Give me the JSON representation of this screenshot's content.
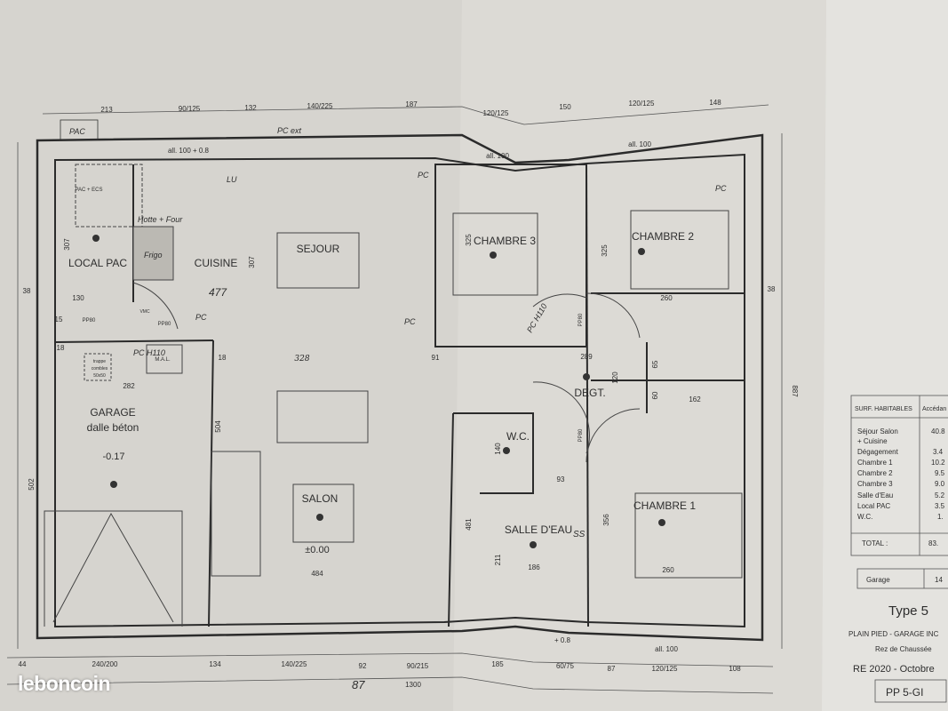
{
  "watermark": "leboncoin",
  "top_dims": [
    "213",
    "90/125",
    "132",
    "140/225",
    "187",
    "120/125",
    "150",
    "120/125",
    "148"
  ],
  "bottom_dims": [
    "44",
    "240/200",
    "134",
    "140/225",
    "92",
    "90/215",
    "185",
    "60/75",
    "87",
    "120/125",
    "108"
  ],
  "bottom_total": "1300",
  "side_total": "887",
  "windows": {
    "cuisine": "all. 100 + 0.8",
    "chambre3": "all. 100",
    "chambre2": "all. 100",
    "chambre1": "all. 100",
    "salle_eau": "+ 0.8"
  },
  "rooms": {
    "local_pac": "LOCAL PAC",
    "pac_ecs": "PAC + ECS",
    "cuisine": "CUISINE",
    "sejour": "SEJOUR",
    "chambre3": "CHAMBRE 3",
    "chambre2": "CHAMBRE 2",
    "degt": "DEGT.",
    "wc": "W.C.",
    "salle_eau": "SALLE D'EAU",
    "chambre1": "CHAMBRE 1",
    "garage": "GARAGE",
    "garage_sub": "dalle béton",
    "garage_level": "-0.17",
    "salon": "SALON",
    "salon_level": "±0.00",
    "mal": "M.A.L.",
    "vmc": "VMC",
    "trappe": [
      "trappe",
      "combles",
      "50x50"
    ]
  },
  "inner_dims": [
    "307",
    "130",
    "15",
    "18",
    "282",
    "307",
    "18",
    "328",
    "91",
    "289",
    "325",
    "260",
    "325",
    "65",
    "60",
    "120",
    "162",
    "140",
    "93",
    "356",
    "481",
    "211",
    "186",
    "260",
    "484",
    "504",
    "502",
    "38",
    "38",
    "PP80",
    "PP80",
    "PP80",
    "PP80"
  ],
  "handwritten": [
    "PAC",
    "PC ext",
    "PC",
    "477",
    "PC H110",
    "Hotte + Four",
    "Frigo",
    "LU",
    "PC",
    "PC",
    "PC",
    "PC H110",
    "87",
    "SS"
  ],
  "table": {
    "header": [
      "SURF. HABITABLES",
      "Accédan"
    ],
    "rows": [
      [
        "Séjour Salon",
        "40.8"
      ],
      [
        "+ Cuisine",
        ""
      ],
      [
        "Dégagement",
        "3.4"
      ],
      [
        "Chambre 1",
        "10.2"
      ],
      [
        "Chambre 2",
        "9.5"
      ],
      [
        "Chambre 3",
        "9.0"
      ],
      [
        "Salle d'Eau",
        "5.2"
      ],
      [
        "Local PAC",
        "3.5"
      ],
      [
        "W.C.",
        "1."
      ]
    ],
    "total": [
      "TOTAL :",
      "83."
    ],
    "garage": [
      "Garage",
      "14"
    ]
  },
  "title_block": {
    "type": "Type  5",
    "line1": "PLAIN PIED - GARAGE INC",
    "line2": "Rez de Chaussée",
    "line3": "RE 2020 - Octobre",
    "code": "PP  5-GI"
  }
}
